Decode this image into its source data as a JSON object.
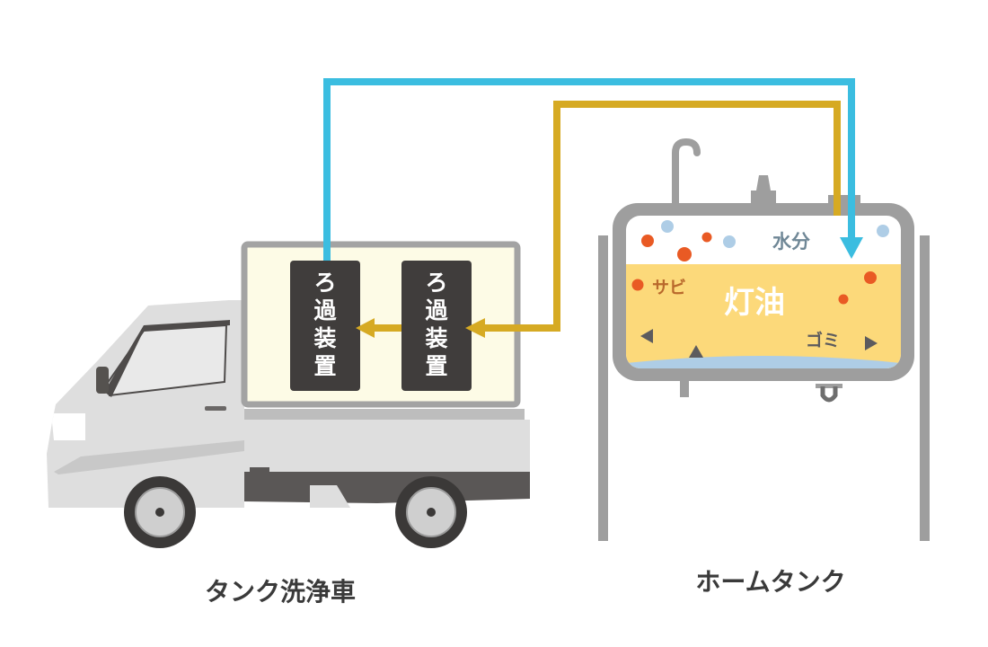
{
  "title": "Tank cleaning flow diagram",
  "colors": {
    "blue_pipe": "#3BBDE0",
    "gold_pipe": "#D6AA23",
    "kerosene": "#FCD97A",
    "water": "#AECDE6",
    "rust": "#E95A24",
    "tank_gray": "#9E9E9E",
    "filter_dark": "#403D3C",
    "bed_fill": "#FDFBE6"
  },
  "truck": {
    "label": "タンク洗浄車",
    "filters": [
      {
        "label": "ろ過装置"
      },
      {
        "label": "ろ過装置"
      }
    ]
  },
  "tank": {
    "label": "ホームタンク",
    "kerosene_label": "灯油",
    "water_label": "水分",
    "rust_label": "サビ",
    "dirt_label": "ゴミ"
  },
  "flows": [
    {
      "name": "intake",
      "from": "home-tank",
      "to": "filter-2",
      "color": "gold"
    },
    {
      "name": "filter-chain",
      "from": "filter-2",
      "to": "filter-1",
      "color": "gold"
    },
    {
      "name": "return",
      "from": "filter-1",
      "to": "home-tank",
      "color": "blue"
    }
  ]
}
